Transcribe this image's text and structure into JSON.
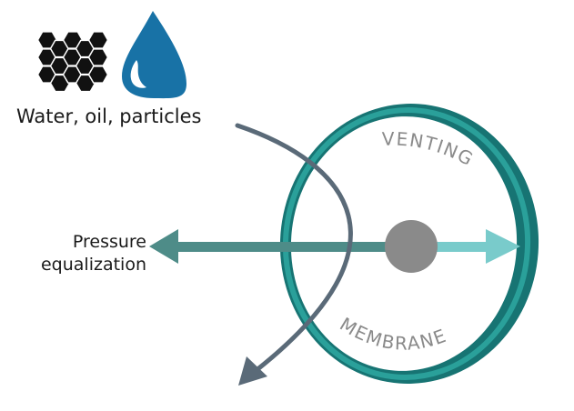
{
  "labels": {
    "contaminants": "Water, oil, particles",
    "pressure_line1": "Pressure",
    "pressure_line2": "equalization",
    "venting": "VENTING",
    "membrane": "MEMBRANE"
  },
  "icons": {
    "particles": "hexagon-cluster-icon",
    "water": "water-drop-icon"
  },
  "colors": {
    "ring_dark": "#177473",
    "ring_light": "#2aa09a",
    "arrow_left": "#4e8c88",
    "arrow_right": "#79cbcb",
    "deflect_arrow": "#5a6a78",
    "center_dot": "#8a8a8a",
    "drop": "#1872a6",
    "arc_text": "#8a8a8a",
    "hexagon": "#111111"
  }
}
